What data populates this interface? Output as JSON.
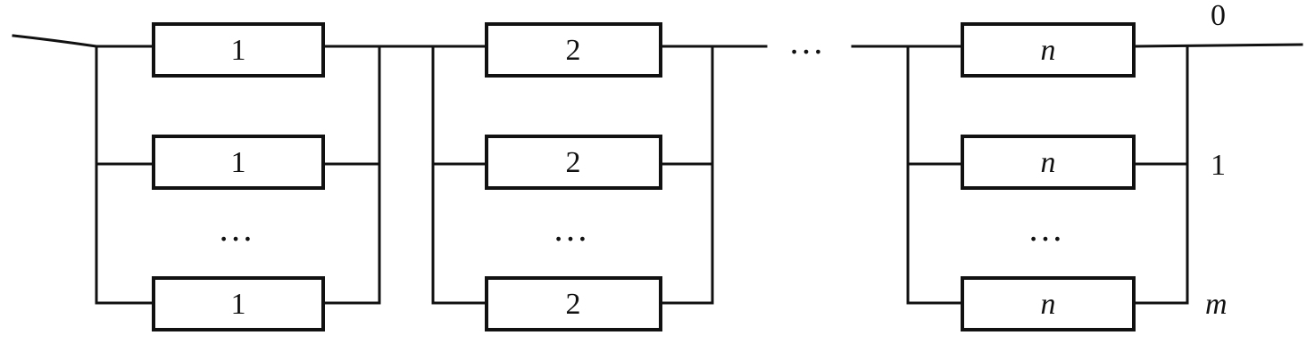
{
  "diagram": {
    "stages": [
      {
        "unit_labels": [
          "1",
          "1",
          "1"
        ],
        "italic": false
      },
      {
        "unit_labels": [
          "2",
          "2",
          "2"
        ],
        "italic": false
      },
      {
        "unit_labels": [
          "n",
          "n",
          "n"
        ],
        "italic": true
      }
    ],
    "row_ellipsis": "…",
    "between_stages_ellipsis": "…",
    "branch_labels": [
      "0",
      "1",
      "m"
    ]
  }
}
